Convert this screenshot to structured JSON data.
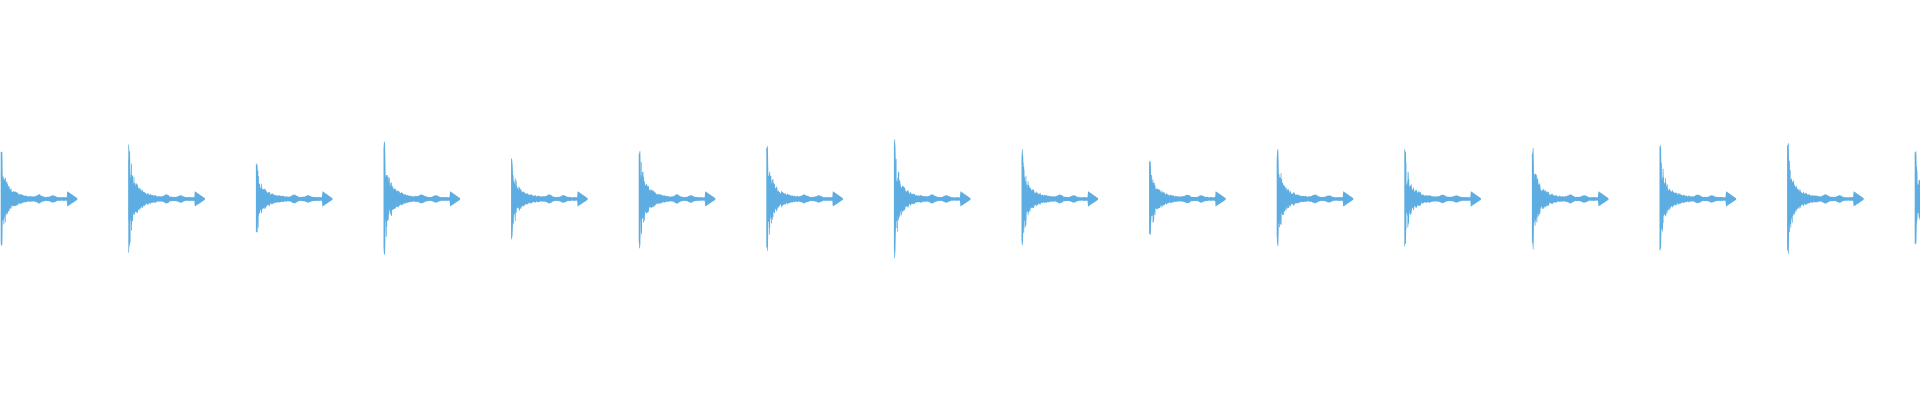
{
  "waveform": {
    "color": "#5dade2",
    "background": "#ffffff",
    "pulse_count": 16,
    "peak_amplitudes": [
      0.85,
      1.0,
      0.68,
      1.0,
      0.72,
      0.92,
      1.0,
      1.0,
      0.88,
      0.76,
      0.86,
      0.85,
      0.95,
      0.9,
      1.0,
      0.82
    ]
  }
}
